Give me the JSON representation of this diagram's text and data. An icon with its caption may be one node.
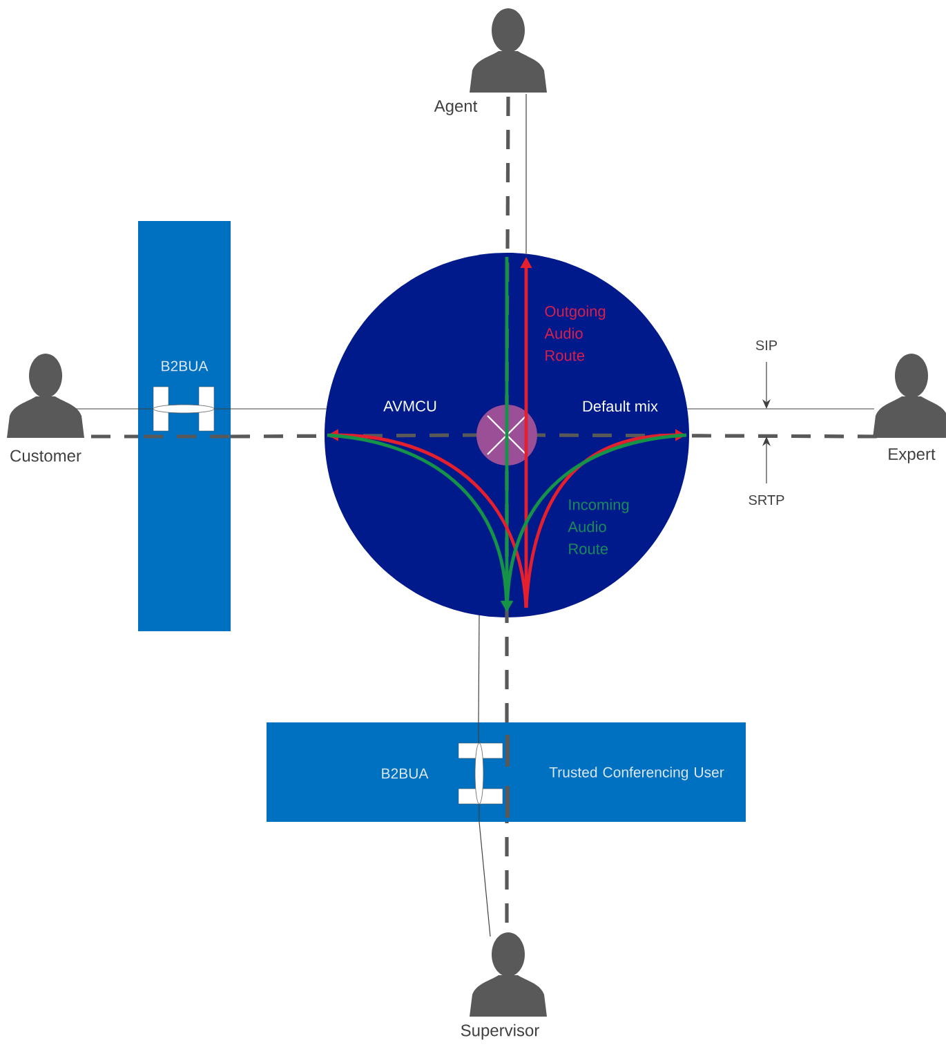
{
  "diagram": {
    "nodes": [
      {
        "text": [
          "Agent"
        ]
      },
      {
        "text": [
          "B2BUA"
        ]
      },
      {
        "text": [
          "Customer"
        ]
      },
      {
        "text": [
          "AVMCU",
          "Default mix",
          "Outgoing Audio Route",
          "Incoming Audio Route"
        ]
      },
      {
        "text": [],
        "shape": "circle",
        "in": 3
      },
      {
        "text": [
          "SIP"
        ]
      },
      {
        "text": [
          "Expert"
        ]
      },
      {
        "text": [
          "SRTP"
        ]
      },
      {
        "text": [
          "B2BUA",
          "Trusted Conferencing User"
        ]
      },
      {
        "text": [
          "Supervisor"
        ]
      }
    ],
    "edges": [
      {
        "from": 2,
        "to": 1,
        "arrow": "none"
      },
      {
        "from": 1,
        "to": 3,
        "arrow": "none"
      },
      {
        "from": 2,
        "to": 1,
        "arrow": "none",
        "style": "dashed"
      },
      {
        "from": 1,
        "to": 4,
        "arrow": "none",
        "style": "dashed"
      },
      {
        "from": 0,
        "to": 3,
        "arrow": "none"
      },
      {
        "from": 0,
        "to": 4,
        "arrow": "none",
        "style": "dashed"
      },
      {
        "from": 6,
        "to": 3,
        "arrow": "none"
      },
      {
        "from": 6,
        "to": 4,
        "arrow": "none",
        "style": "dashed"
      },
      {
        "from": 9,
        "to": 8,
        "arrow": "none"
      },
      {
        "from": 8,
        "to": 3,
        "arrow": "none"
      },
      {
        "from": 9,
        "to": 8,
        "arrow": "none",
        "style": "dashed"
      },
      {
        "from": 8,
        "to": 4,
        "arrow": "none",
        "style": "dashed"
      },
      {
        "from": 5,
        "to": null,
        "arrow": "to"
      },
      {
        "from": 7,
        "to": null,
        "arrow": "to"
      },
      {
        "from": 3,
        "to": null,
        "arrow": "to",
        "color": "#159347"
      },
      {
        "from": null,
        "to": 3,
        "arrow": "to",
        "color": "#e4202e"
      },
      {
        "from": null,
        "to": 3,
        "arrow": "to",
        "color": "#e4202e"
      },
      {
        "from": null,
        "to": 3,
        "arrow": "to",
        "color": "#e4202e"
      },
      {
        "from": 3,
        "to": null,
        "arrow": "to",
        "color": "#159347"
      },
      {
        "from": 3,
        "to": null,
        "arrow": "to",
        "color": "#159347"
      }
    ]
  }
}
